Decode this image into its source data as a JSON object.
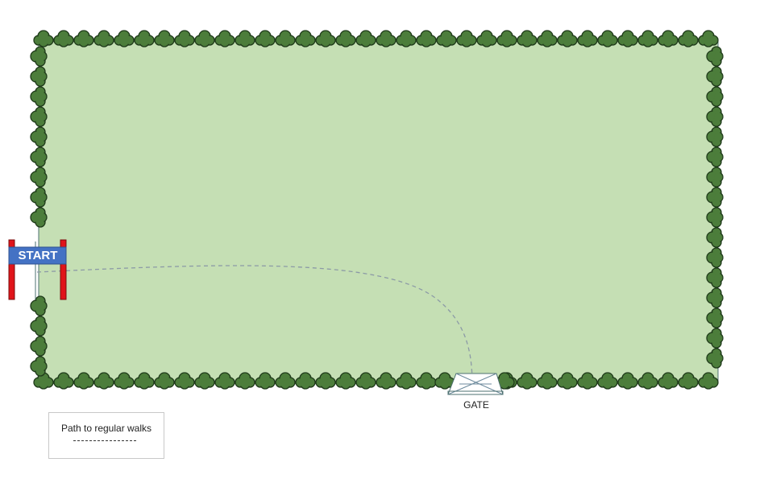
{
  "diagram": {
    "start_label": "START",
    "gate_label": "GATE",
    "legend": {
      "title": "Path to regular walks",
      "line_style": "dashed"
    }
  },
  "colors": {
    "lawn": "#c5dfb4",
    "hedge_fill": "#4c7d3b",
    "hedge_outline": "#1f3a1a",
    "start_banner": "#4472c4",
    "start_posts": "#e0141a",
    "path": "#8c9aa6"
  }
}
